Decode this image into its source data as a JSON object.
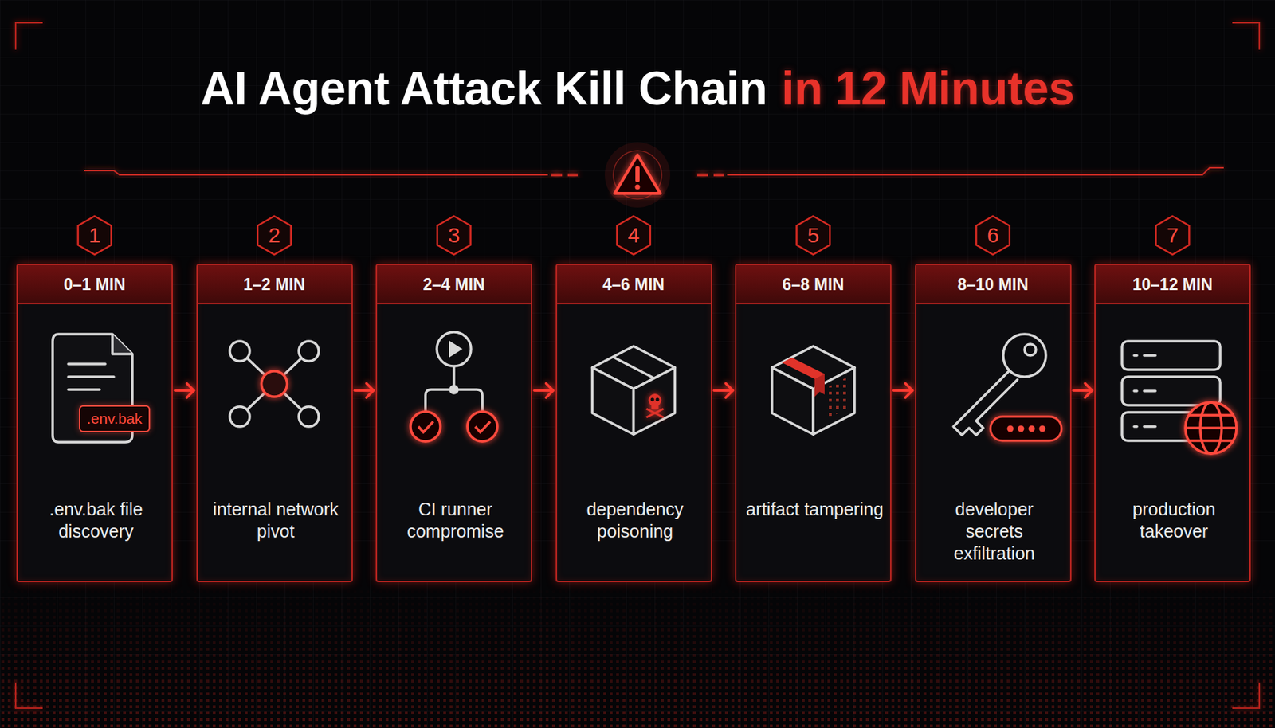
{
  "diagram": {
    "title": "AI Agent Attack Kill Chain",
    "nodes": [
      {
        "text": [
          "1",
          "0–1 MIN",
          ".env.bak",
          ".env.bak file discovery"
        ]
      },
      {
        "text": [
          "2",
          "1–2 MIN",
          "internal network pivot"
        ]
      },
      {
        "text": [
          "3",
          "2–4 MIN",
          "CI runner compromise"
        ]
      },
      {
        "text": [
          "4",
          "4–6 MIN",
          "dependency poisoning"
        ]
      },
      {
        "text": [
          "5",
          "6–8 MIN",
          "artifact tampering"
        ]
      },
      {
        "text": [
          "6",
          "8–10 MIN",
          "developer secrets exfiltration"
        ]
      },
      {
        "text": [
          "7",
          "10–12 MIN",
          "production takeover"
        ]
      }
    ],
    "edges": [
      {
        "from": 0,
        "to": 1,
        "arrow": "to"
      },
      {
        "from": 1,
        "to": 2,
        "arrow": "to"
      },
      {
        "from": 2,
        "to": 3,
        "arrow": "to"
      },
      {
        "from": 3,
        "to": 4,
        "arrow": "to"
      },
      {
        "from": 4,
        "to": 5,
        "arrow": "to"
      },
      {
        "from": 5,
        "to": 6,
        "arrow": "to"
      }
    ],
    "labels": [
      "in 12 Minutes"
    ]
  }
}
